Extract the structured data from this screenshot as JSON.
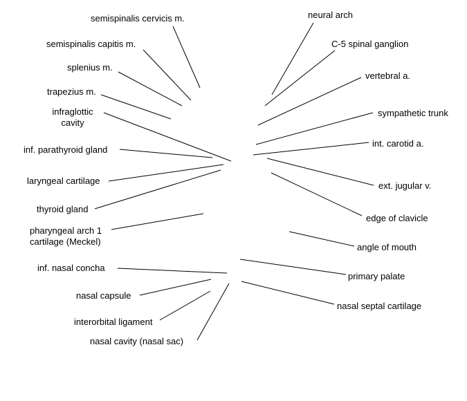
{
  "labels": {
    "semispinalis_cervicis": "semispinalis cervicis m.",
    "semispinalis_capitis": "semispinalis capitis m.",
    "splenius": "splenius m.",
    "trapezius": "trapezius m.",
    "infraglottic_cavity_l1": "infraglottic",
    "infraglottic_cavity_l2": "cavity",
    "inf_parathyroid": "inf. parathyroid gland",
    "laryngeal_cartilage": "laryngeal cartilage",
    "thyroid_gland": "thyroid gland",
    "meckel_l1": "pharyngeal arch 1",
    "meckel_l2": "cartilage (Meckel)",
    "inf_nasal_concha": "inf. nasal concha",
    "nasal_capsule": "nasal capsule",
    "interorbital_ligament": "interorbital ligament",
    "nasal_cavity": "nasal cavity (nasal sac)",
    "neural_arch": "neural arch",
    "c5_spinal_ganglion": "C-5 spinal ganglion",
    "vertebral_a": "vertebral a.",
    "sympathetic_trunk": "sympathetic trunk",
    "int_carotid_a": "int. carotid a.",
    "ext_jugular_v": "ext. jugular v.",
    "edge_of_clavicle": "edge of clavicle",
    "angle_of_mouth": "angle of mouth",
    "primary_palate": "primary palate",
    "nasal_septal_cartilage": "nasal septal cartilage"
  }
}
